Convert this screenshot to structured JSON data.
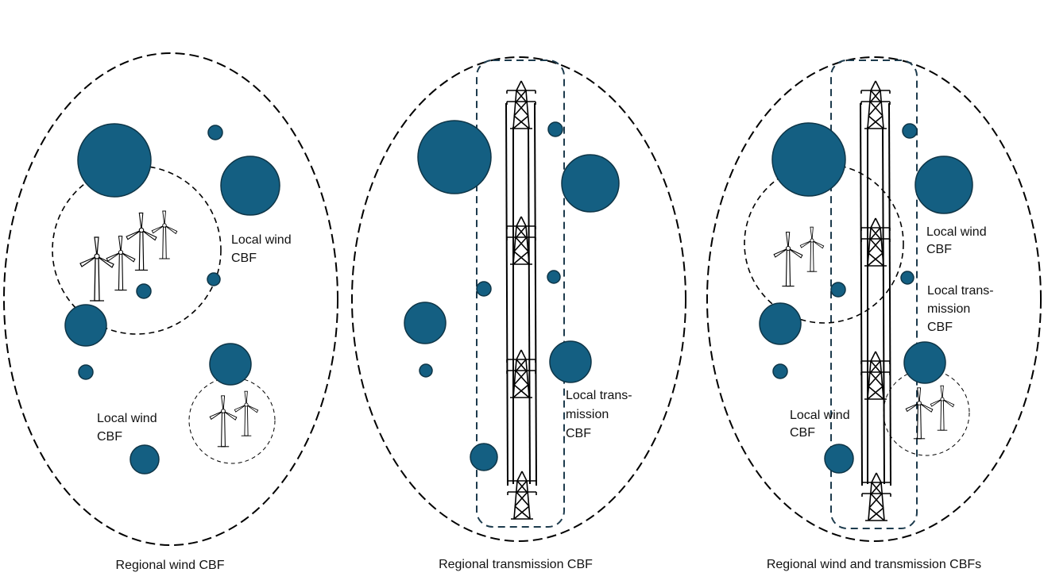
{
  "colors": {
    "node_fill": "#145f82",
    "node_stroke": "#0e3547",
    "corridor": "#1d3b4d"
  },
  "panels": [
    {
      "caption": "Regional wind CBF",
      "labels": [
        [
          "Local wind",
          "CBF"
        ],
        [
          "Local wind",
          "CBF"
        ]
      ]
    },
    {
      "caption": "Regional transmission CBF",
      "labels": [
        [
          "Local trans-",
          "mission",
          "CBF"
        ]
      ]
    },
    {
      "caption": "Regional wind and transmission CBFs",
      "labels": [
        [
          "Local wind",
          "CBF"
        ],
        [
          "Local trans-",
          "mission",
          "CBF"
        ],
        [
          "Local wind",
          "CBF"
        ]
      ]
    }
  ]
}
